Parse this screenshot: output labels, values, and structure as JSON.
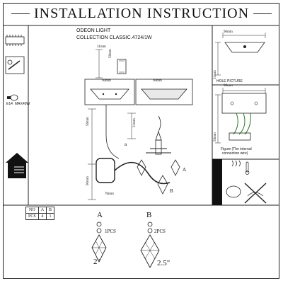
{
  "title": "INSTALLATION INSTRUCTION",
  "brand": "ODEON LIGHT",
  "collection": "COLLECTION CLASSIC.4724/1W",
  "dims": {
    "top_right_width": "90mm",
    "top_right_height": "31mm",
    "hole_picture": "HOLE PICTURE",
    "left_small_width": "31mm",
    "left_small_height": "56mm",
    "plate_left_width": "90mm",
    "plate_right_width": "90mm",
    "arm_height": "56mm",
    "candle_height": "31mm",
    "base_height": "90mm",
    "depth": "70mm",
    "wiring_width": "90mm",
    "wiring_height": "56mm"
  },
  "labels": {
    "arm": "a",
    "crystal_a": "A",
    "crystal_b": "B"
  },
  "bulb": {
    "type": "E14",
    "max_label": "MAX",
    "watt": "40W"
  },
  "figure_caption": [
    "Figure (The internal",
    "connection wire)"
  ],
  "parts_table": {
    "rows": [
      [
        "NO",
        "A",
        "B"
      ],
      [
        "PCS",
        "4",
        "1"
      ]
    ]
  },
  "crystals": [
    {
      "letter": "A",
      "pcs": "1PCS",
      "size": "2\""
    },
    {
      "letter": "B",
      "pcs": "2PCS",
      "size": "2.5\""
    }
  ]
}
